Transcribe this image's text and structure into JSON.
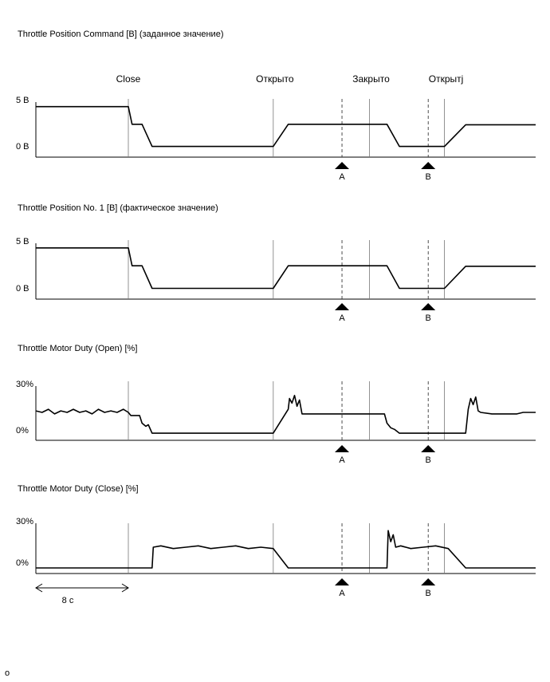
{
  "figure_label": "o",
  "chart_data": {
    "type": "line",
    "x_unit": "s",
    "x_range": [
      0,
      40
    ],
    "states": [
      {
        "label": "Close",
        "t": 7.4
      },
      {
        "label": "Открыто",
        "t": 19
      },
      {
        "label": "Закрыто",
        "t": 26.7
      },
      {
        "label": "Открытj",
        "t": 32.7
      }
    ],
    "markers": [
      {
        "label": "A",
        "t": 24.5
      },
      {
        "label": "B",
        "t": 31.4
      }
    ],
    "scale_bar": {
      "label": "8 с",
      "from": 0,
      "to": 7.4
    },
    "panels": [
      {
        "title": "Throttle Position Command [B] (заданное значение)",
        "ymin": 0,
        "ymax": 5,
        "ticks": [
          {
            "label": "5 B",
            "v": 5
          },
          {
            "label": "0 B",
            "v": 0
          }
        ],
        "series": {
          "name": "",
          "x": [
            0,
            7.4,
            7.7,
            8.5,
            9.3,
            19,
            20.2,
            28.1,
            29.1,
            32.7,
            34.4,
            40
          ],
          "y": [
            4.85,
            4.85,
            2.95,
            2.95,
            0.55,
            0.55,
            2.95,
            2.95,
            0.55,
            0.55,
            2.9,
            2.9
          ]
        }
      },
      {
        "title": "Throttle Position No. 1 [B] (фактическое значение)",
        "ymin": 0,
        "ymax": 5,
        "ticks": [
          {
            "label": "5 B",
            "v": 5
          },
          {
            "label": "0 B",
            "v": 0
          }
        ],
        "series": {
          "name": "",
          "x": [
            0,
            7.4,
            7.7,
            8.5,
            9.3,
            19,
            20.2,
            28.1,
            29.1,
            32.7,
            34.4,
            40
          ],
          "y": [
            4.85,
            4.85,
            2.95,
            2.95,
            0.55,
            0.55,
            2.95,
            2.95,
            0.55,
            0.55,
            2.9,
            2.9
          ]
        }
      },
      {
        "title": "Throttle Motor Duty (Open) [%]",
        "ymin": 0,
        "ymax": 30,
        "ticks": [
          {
            "label": "30%",
            "v": 30
          },
          {
            "label": "0%",
            "v": 0
          }
        ],
        "series": {
          "name": "",
          "x": [
            0,
            0.5,
            1,
            1.5,
            2,
            2.5,
            3,
            3.5,
            4,
            4.5,
            5,
            5.5,
            6,
            6.5,
            7,
            7.4,
            7.6,
            8.3,
            8.5,
            8.8,
            9,
            9.3,
            19,
            20.2,
            20.3,
            20.5,
            20.7,
            20.9,
            21.1,
            21.3,
            27.9,
            28.1,
            28.4,
            28.7,
            29.1,
            34.4,
            34.6,
            34.8,
            35,
            35.2,
            35.4,
            35.6,
            36.5,
            38.5,
            39,
            40
          ],
          "y": [
            16,
            15,
            17,
            14,
            16,
            15,
            17,
            15,
            16,
            14,
            17,
            15,
            16,
            15,
            17,
            15,
            13,
            13,
            8,
            6,
            7,
            1.5,
            1.5,
            17,
            24,
            21,
            26,
            19,
            23,
            14,
            14,
            8,
            5,
            4,
            1.5,
            1.5,
            17,
            24,
            20,
            25,
            16,
            15,
            14,
            14,
            15,
            15
          ]
        }
      },
      {
        "title": "Throttle Motor Duty (Close) [%]",
        "ymin": 0,
        "ymax": 30,
        "ticks": [
          {
            "label": "30%",
            "v": 30
          },
          {
            "label": "0%",
            "v": 0
          }
        ],
        "series": {
          "name": "",
          "x": [
            0,
            9.3,
            9.4,
            10,
            11,
            12,
            13,
            14,
            15,
            16,
            17,
            18,
            19,
            20.2,
            21.3,
            28.1,
            28.2,
            28.4,
            28.6,
            28.8,
            29.2,
            30,
            31,
            32,
            33,
            34.4,
            40
          ],
          "y": [
            0,
            0,
            15,
            16,
            14,
            15,
            16,
            14,
            15,
            16,
            14,
            15,
            14,
            0,
            0,
            0,
            27,
            19,
            24,
            15,
            16,
            14,
            15,
            16,
            14,
            0,
            0
          ]
        }
      }
    ]
  }
}
